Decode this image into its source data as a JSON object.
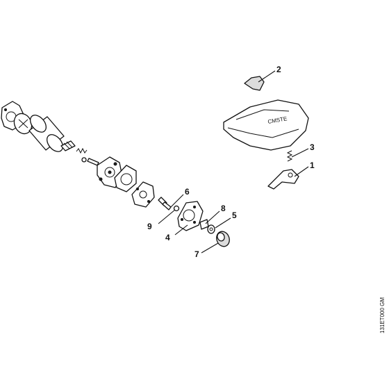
{
  "callouts": {
    "c1": "1",
    "c2": "2",
    "c3": "3",
    "c4": "4",
    "c5": "5",
    "c6": "6",
    "c7": "7",
    "c8": "8",
    "c9": "9"
  },
  "reference_code": "131ET000 GM"
}
